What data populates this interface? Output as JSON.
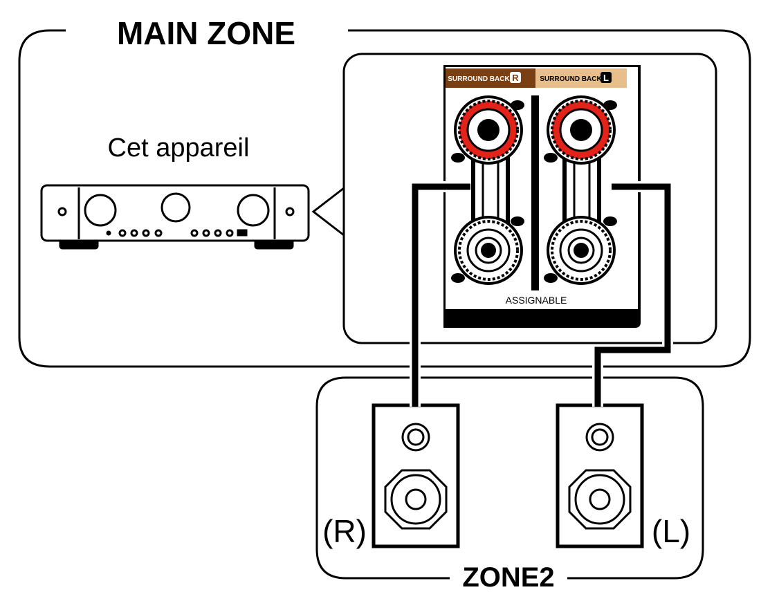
{
  "labels": {
    "main_zone": "MAIN ZONE",
    "zone2": "ZONE2",
    "device": "Cet appareil",
    "surround_back": "SURROUND BACK",
    "channel_r": "R",
    "channel_l": "L",
    "assignable": "ASSIGNABLE",
    "speaker_r": "(R)",
    "speaker_l": "(L)"
  },
  "colors": {
    "terminal_red": "#e2231a",
    "tag_brown": "#7a3f12",
    "tag_tan": "#e8bf8c",
    "stroke": "#000000"
  },
  "icons": [
    "av-receiver-icon",
    "speaker-terminal-icon",
    "speaker-icon",
    "speaker-cable-icon"
  ]
}
